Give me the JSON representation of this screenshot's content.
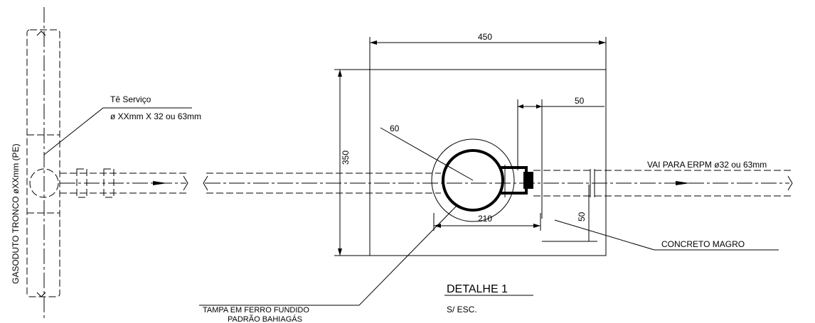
{
  "labels": {
    "trunk_pipe": "GASODUTO TRONCO øXXmm   (PE)",
    "tee_title": "Tê Serviço",
    "tee_spec": "ø XXmm X 32 ou 63mm",
    "outlet": "VAI PARA ERPM ø32 ou 63mm",
    "concrete": "CONCRETO MAGRO",
    "cover_line1": "TAMPA EM FERRO FUNDIDO",
    "cover_line2": "PADRÃO BAHIAGÁS",
    "detail_title": "DETALHE 1",
    "detail_scale": "S/ ESC."
  },
  "dimensions": {
    "box_width": "450",
    "box_height": "350",
    "opening_diameter": "210",
    "radius": "60",
    "offset_horizontal": "50",
    "offset_vertical": "50"
  }
}
